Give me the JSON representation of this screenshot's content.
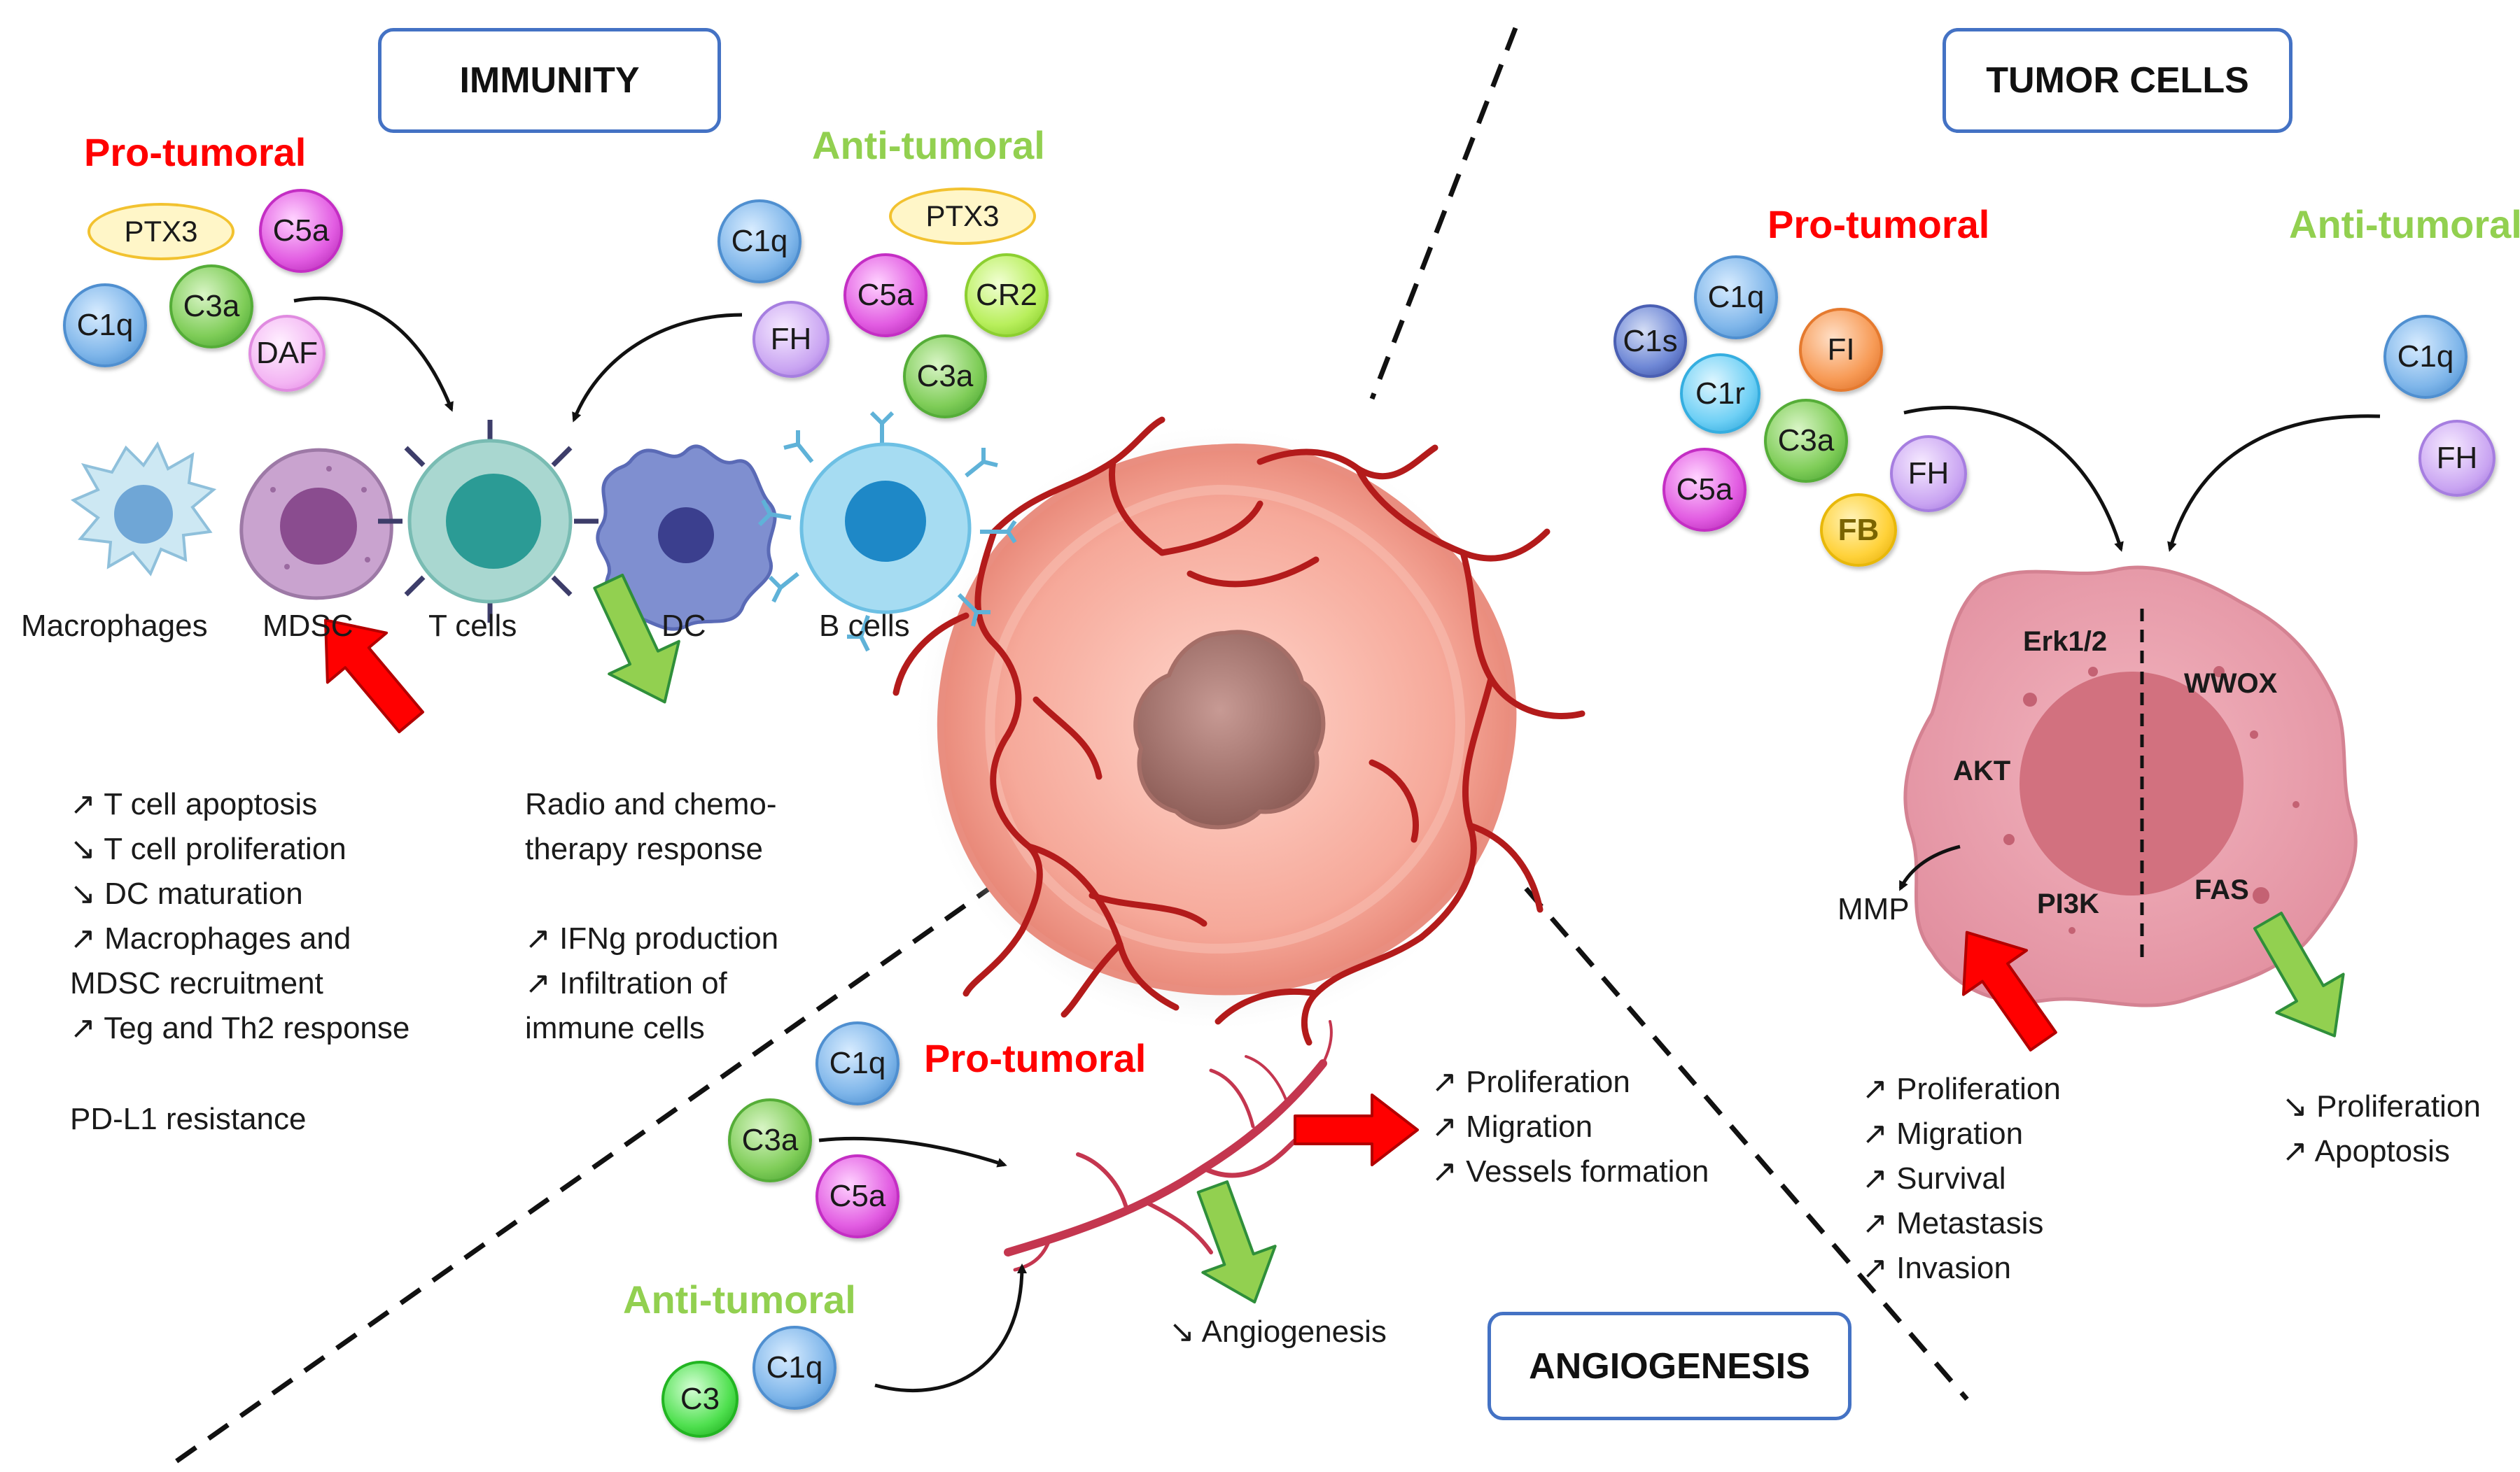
{
  "boxes": {
    "immunity": "IMMUNITY",
    "tumor_cells": "TUMOR CELLS",
    "angiogenesis": "ANGIOGENESIS"
  },
  "immunity": {
    "pro_title": "Pro-tumoral",
    "anti_title": "Anti-tumoral",
    "pro_molecules": [
      "PTX3",
      "C5a",
      "C1q",
      "C3a",
      "DAF"
    ],
    "anti_molecules": [
      "C1q",
      "PTX3",
      "C5a",
      "CR2",
      "FH",
      "C3a"
    ],
    "cells": [
      "Macrophages",
      "MDSC",
      "T cells",
      "DC",
      "B cells"
    ],
    "pro_effects": [
      "↗ T cell apoptosis",
      "↘ T cell proliferation",
      "↘ DC maturation",
      "↗ Macrophages and",
      "MDSC recruitment",
      "↗ Teg and Th2 response"
    ],
    "pro_extra": "PD-L1 resistance",
    "anti_effects_a": [
      "Radio and chemo-",
      "therapy response"
    ],
    "anti_effects_b": [
      "↗ IFNg production",
      "↗ Infiltration of",
      "immune cells"
    ]
  },
  "tumor": {
    "pro_title": "Pro-tumoral",
    "anti_title": "Anti-tumoral",
    "pro_molecules": [
      "C1q",
      "C1s",
      "FI",
      "C1r",
      "C3a",
      "FH",
      "C5a",
      "FB"
    ],
    "anti_molecules": [
      "C1q",
      "FH"
    ],
    "signals": [
      "Erk1/2",
      "WWOX",
      "AKT",
      "PI3K",
      "FAS"
    ],
    "mmp": "MMP",
    "pro_effects": [
      "↗ Proliferation",
      "↗ Migration",
      "↗ Survival",
      "↗ Metastasis",
      "↗ Invasion"
    ],
    "anti_effects": [
      "↘ Proliferation",
      "↗ Apoptosis"
    ]
  },
  "angio": {
    "pro_title": "Pro-tumoral",
    "anti_title": "Anti-tumoral",
    "pro_molecules": [
      "C1q",
      "C3a",
      "C5a"
    ],
    "anti_molecules": [
      "C3",
      "C1q"
    ],
    "pro_effects": [
      "↗ Proliferation",
      "↗ Migration",
      "↗ Vessels formation"
    ],
    "anti_effect": "↘ Angiogenesis"
  }
}
